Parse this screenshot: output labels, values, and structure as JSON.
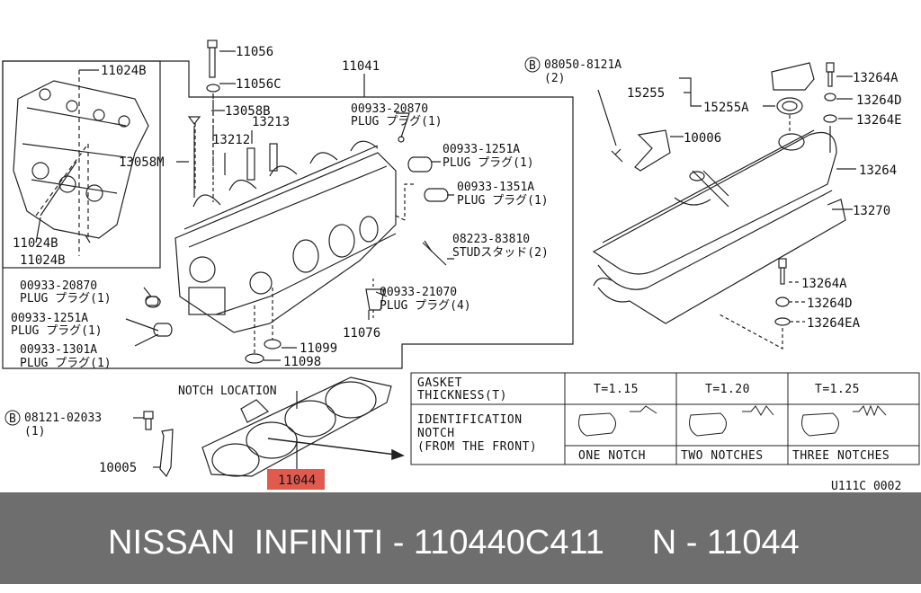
{
  "colors": {
    "highlight": "#e05a4e",
    "footer_bg": "#6e6e6e",
    "footer_text": "#ffffff"
  },
  "labels": {
    "p11056": "11056",
    "p11056c": "11056C",
    "p11041": "11041",
    "p11024b_top": "11024B",
    "p13058b": "13058B",
    "p13213": "13213",
    "p13212": "13212",
    "p13058m": "13058M",
    "p11024b_a": "11024B",
    "p11024b_b": "11024B",
    "plug1_num": "00933-20870",
    "plug1_txt": "PLUG プラグ(1)",
    "plug2_num": "00933-1251A",
    "plug2_txt": "PLUG プラグ(1)",
    "plug3_num": "00933-1351A",
    "plug3_txt": "PLUG プラグ(1)",
    "stud_num": "08223-83810",
    "stud_txt": "STUDスタッド(2)",
    "lplug1_num": "00933-20870",
    "lplug1_txt": "PLUG プラグ(1)",
    "lplug2_num": "00933-1251A",
    "lplug2_txt": "PLUG プラグ(1)",
    "lplug3_num": "00933-1301A",
    "lplug3_txt": "PLUG プラグ(1)",
    "plug4_num": "00933-21070",
    "plug4_txt": "PLUG プラグ(4)",
    "p11076": "11076",
    "p11099": "11099",
    "p11098": "11098",
    "bolt_top_b": "B",
    "bolt_top_num": "08050-8121A",
    "bolt_top_qty": "(2)",
    "p15255": "15255",
    "p15255a": "15255A",
    "p10006": "10006",
    "p13264a_top": "13264A",
    "p13264d_top": "13264D",
    "p13264e_top": "13264E",
    "p13264": "13264",
    "p13270": "13270",
    "p13264a_bot": "13264A",
    "p13264d_bot": "13264D",
    "p13264ea": "13264EA",
    "notch_location": "NOTCH LOCATION",
    "bolt_bot_b": "B",
    "bolt_bot_num": "08121-02033",
    "bolt_bot_qty": "(1)",
    "p10005": "10005",
    "p11044": "11044",
    "diagram_code": "U111C 0002"
  },
  "table": {
    "head1": "GASKET",
    "head2": "THICKNESS(T)",
    "t1": "T=1.15",
    "t2": "T=1.20",
    "t3": "T=1.25",
    "id1": "IDENTIFICATION",
    "id2": "NOTCH",
    "id3": "(FROM THE FRONT)",
    "n1": "ONE NOTCH",
    "n2": "TWO NOTCHES",
    "n3": "THREE NOTCHES"
  },
  "footer": {
    "text": "NISSAN  INFINITI - 110440C411     N - 11044"
  }
}
